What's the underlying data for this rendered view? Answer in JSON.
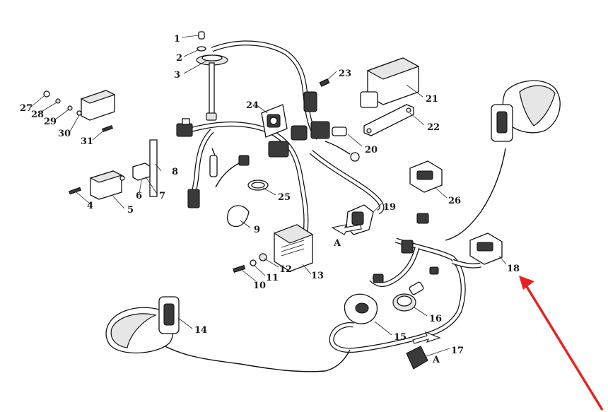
{
  "diagram": {
    "part_callouts": [
      {
        "id": "callout-1",
        "text": "1"
      },
      {
        "id": "callout-2",
        "text": "2"
      },
      {
        "id": "callout-3",
        "text": "3"
      },
      {
        "id": "callout-4",
        "text": "4"
      },
      {
        "id": "callout-5",
        "text": "5"
      },
      {
        "id": "callout-6",
        "text": "6"
      },
      {
        "id": "callout-7",
        "text": "7"
      },
      {
        "id": "callout-8",
        "text": "8"
      },
      {
        "id": "callout-9",
        "text": "9"
      },
      {
        "id": "callout-10",
        "text": "10"
      },
      {
        "id": "callout-11",
        "text": "11"
      },
      {
        "id": "callout-12",
        "text": "12"
      },
      {
        "id": "callout-13",
        "text": "13"
      },
      {
        "id": "callout-14",
        "text": "14"
      },
      {
        "id": "callout-15",
        "text": "15"
      },
      {
        "id": "callout-16",
        "text": "16"
      },
      {
        "id": "callout-17",
        "text": "17"
      },
      {
        "id": "callout-18",
        "text": "18"
      },
      {
        "id": "callout-19",
        "text": "19"
      },
      {
        "id": "callout-20",
        "text": "20"
      },
      {
        "id": "callout-21",
        "text": "21"
      },
      {
        "id": "callout-22",
        "text": "22"
      },
      {
        "id": "callout-23",
        "text": "23"
      },
      {
        "id": "callout-24",
        "text": "24"
      },
      {
        "id": "callout-25",
        "text": "25"
      },
      {
        "id": "callout-26",
        "text": "26"
      },
      {
        "id": "callout-27",
        "text": "27"
      },
      {
        "id": "callout-28",
        "text": "28"
      },
      {
        "id": "callout-29",
        "text": "29"
      },
      {
        "id": "callout-30",
        "text": "30"
      },
      {
        "id": "callout-31",
        "text": "31"
      }
    ],
    "view_markers": [
      "A",
      "A"
    ],
    "highlight_arrow_color": "#e8231f"
  }
}
